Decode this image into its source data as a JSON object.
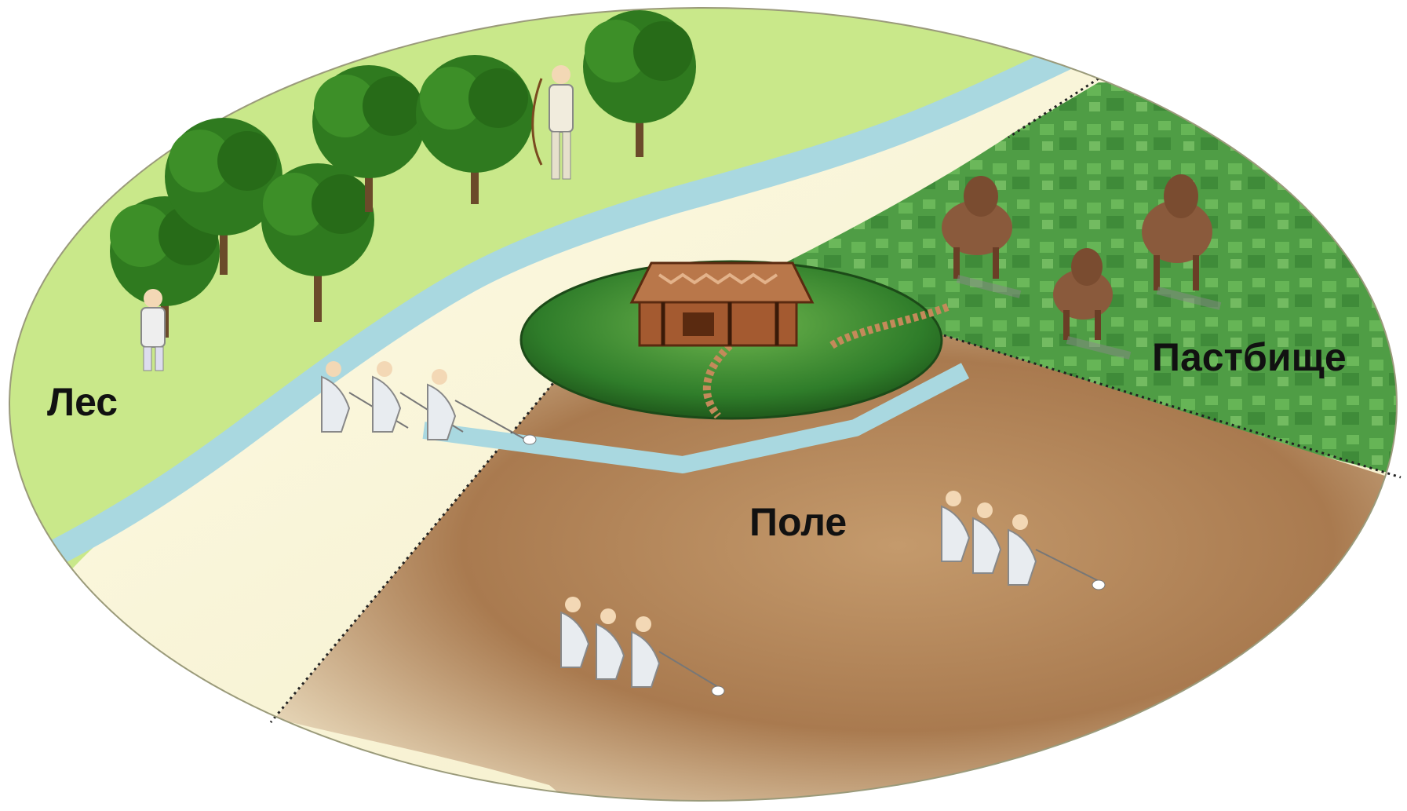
{
  "labels": {
    "forest": "Лес",
    "field": "Поле",
    "pasture": "Пастбище"
  },
  "colors": {
    "forest": "#c9e88a",
    "river": "#a9d8e0",
    "sand": "#fbf7d9",
    "field": "#b88a5e",
    "pasture": "#4e9b43",
    "homestead": "#2f7d2a",
    "hut": "#a0552e",
    "tree": "#2f7a1f",
    "cow": "#8a5a3c",
    "peasant": "#e8ecf0"
  }
}
